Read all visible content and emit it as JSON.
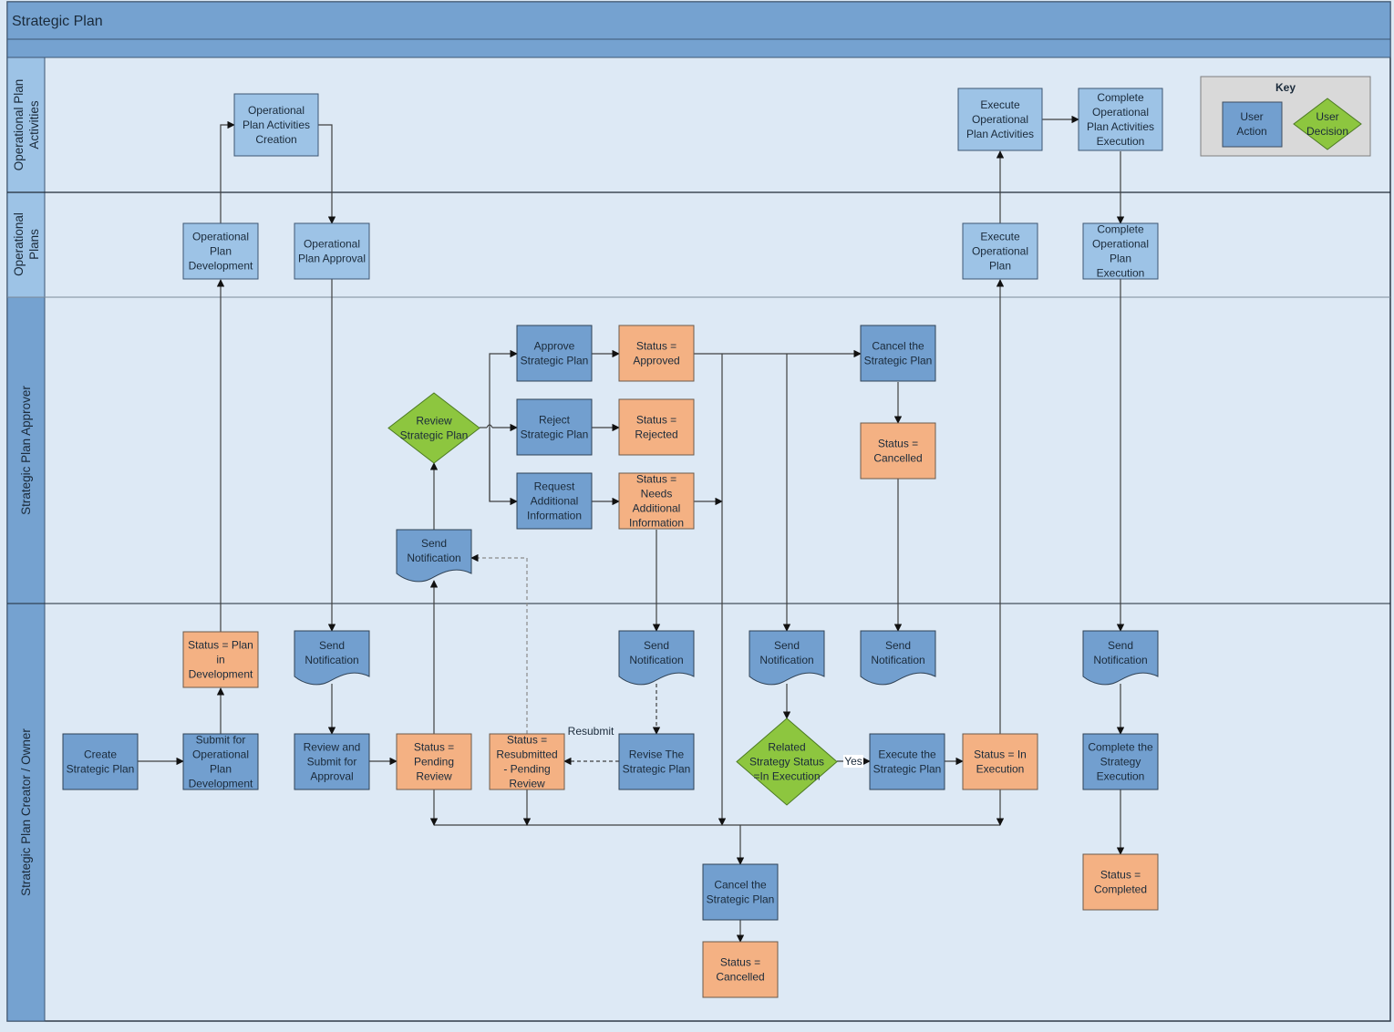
{
  "title": "Strategic Plan",
  "colors": {
    "header": "#75a2d0",
    "lane_header": "#9dc3e6",
    "lane_header_dark": "#75a2d0",
    "lane_bg": "#dde9f5",
    "user_action": "#729fcf",
    "light_action": "#9dc3e6",
    "status": "#f4b183",
    "decision": "#8dc63f",
    "key_bg": "#d9d9d9",
    "line": "#404040"
  },
  "lanes": [
    {
      "id": "opa",
      "label_lines": [
        "Operational Plan",
        "Activities"
      ]
    },
    {
      "id": "op",
      "label_lines": [
        "Operational",
        "Plans"
      ]
    },
    {
      "id": "spa",
      "label_lines": [
        "Strategic Plan Approver"
      ]
    },
    {
      "id": "spc",
      "label_lines": [
        "Strategic Plan Creator / Owner"
      ]
    }
  ],
  "key": {
    "title": "Key",
    "items": [
      {
        "type": "action",
        "label_lines": [
          "User",
          "Action"
        ]
      },
      {
        "type": "decision",
        "label_lines": [
          "User",
          "Decision"
        ]
      }
    ]
  },
  "nodes": [
    {
      "id": "op_act_creation",
      "type": "light",
      "lines": [
        "Operational",
        "Plan Activities",
        "Creation"
      ]
    },
    {
      "id": "exec_op_act",
      "type": "light",
      "lines": [
        "Execute",
        "Operational",
        "Plan Activities"
      ]
    },
    {
      "id": "complete_op_act",
      "type": "light",
      "lines": [
        "Complete",
        "Operational",
        "Plan Activities",
        "Execution"
      ]
    },
    {
      "id": "op_dev",
      "type": "light",
      "lines": [
        "Operational",
        "Plan",
        "Development"
      ]
    },
    {
      "id": "op_approval",
      "type": "light",
      "lines": [
        "Operational",
        "Plan Approval"
      ]
    },
    {
      "id": "exec_op_plan",
      "type": "light",
      "lines": [
        "Execute",
        "Operational",
        "Plan"
      ]
    },
    {
      "id": "complete_op_plan",
      "type": "light",
      "lines": [
        "Complete",
        "Operational",
        "Plan",
        "Execution"
      ]
    },
    {
      "id": "review_sp",
      "type": "decision",
      "lines": [
        "Review",
        "Strategic Plan"
      ]
    },
    {
      "id": "approve_sp",
      "type": "action",
      "lines": [
        "Approve",
        "Strategic Plan"
      ]
    },
    {
      "id": "reject_sp",
      "type": "action",
      "lines": [
        "Reject",
        "Strategic Plan"
      ]
    },
    {
      "id": "request_info",
      "type": "action",
      "lines": [
        "Request",
        "Additional",
        "Information"
      ]
    },
    {
      "id": "status_approved",
      "type": "status",
      "lines": [
        "Status =",
        "Approved"
      ]
    },
    {
      "id": "status_rejected",
      "type": "status",
      "lines": [
        "Status =",
        "Rejected"
      ]
    },
    {
      "id": "status_needs_info",
      "type": "status",
      "lines": [
        "Status =",
        "Needs",
        "Additional",
        "Information"
      ]
    },
    {
      "id": "cancel_sp_approver",
      "type": "action",
      "lines": [
        "Cancel the",
        "Strategic Plan"
      ]
    },
    {
      "id": "status_cancelled_approver",
      "type": "status",
      "lines": [
        "Status =",
        "Cancelled"
      ]
    },
    {
      "id": "send_notif_approver",
      "type": "document",
      "lines": [
        "Send",
        "Notification"
      ]
    },
    {
      "id": "status_plan_in_dev",
      "type": "status",
      "lines": [
        "Status = Plan",
        "in",
        "Development"
      ]
    },
    {
      "id": "send_notif_1",
      "type": "document",
      "lines": [
        "Send",
        "Notification"
      ]
    },
    {
      "id": "send_notif_2",
      "type": "document",
      "lines": [
        "Send",
        "Notification"
      ]
    },
    {
      "id": "send_notif_3",
      "type": "document",
      "lines": [
        "Send",
        "Notification"
      ]
    },
    {
      "id": "send_notif_4",
      "type": "document",
      "lines": [
        "Send",
        "Notification"
      ]
    },
    {
      "id": "send_notif_5",
      "type": "document",
      "lines": [
        "Send",
        "Notification"
      ]
    },
    {
      "id": "create_sp",
      "type": "action",
      "lines": [
        "Create",
        "Strategic Plan"
      ]
    },
    {
      "id": "submit_op_dev",
      "type": "action",
      "lines": [
        "Submit for",
        "Operational",
        "Plan",
        "Development"
      ]
    },
    {
      "id": "review_submit",
      "type": "action",
      "lines": [
        "Review and",
        "Submit for",
        "Approval"
      ]
    },
    {
      "id": "status_pending",
      "type": "status",
      "lines": [
        "Status =",
        "Pending",
        "Review"
      ]
    },
    {
      "id": "status_resubmitted",
      "type": "status",
      "lines": [
        "Status =",
        "Resubmitted",
        "- Pending",
        "Review"
      ]
    },
    {
      "id": "revise_sp",
      "type": "action",
      "lines": [
        "Revise The",
        "Strategic Plan"
      ]
    },
    {
      "id": "related_status",
      "type": "decision",
      "lines": [
        "Related",
        "Strategy Status",
        "=In Execution"
      ]
    },
    {
      "id": "execute_sp",
      "type": "action",
      "lines": [
        "Execute the",
        "Strategic Plan"
      ]
    },
    {
      "id": "status_in_exec",
      "type": "status",
      "lines": [
        "Status = In",
        "Execution"
      ]
    },
    {
      "id": "complete_strategy",
      "type": "action",
      "lines": [
        "Complete the",
        "Strategy",
        "Execution"
      ]
    },
    {
      "id": "status_completed",
      "type": "status",
      "lines": [
        "Status =",
        "Completed"
      ]
    },
    {
      "id": "cancel_sp_owner",
      "type": "action",
      "lines": [
        "Cancel the",
        "Strategic Plan"
      ]
    },
    {
      "id": "status_cancelled_owner",
      "type": "status",
      "lines": [
        "Status =",
        "Cancelled"
      ]
    }
  ],
  "edge_labels": {
    "resubmit": "Resubmit",
    "yes": "Yes"
  }
}
